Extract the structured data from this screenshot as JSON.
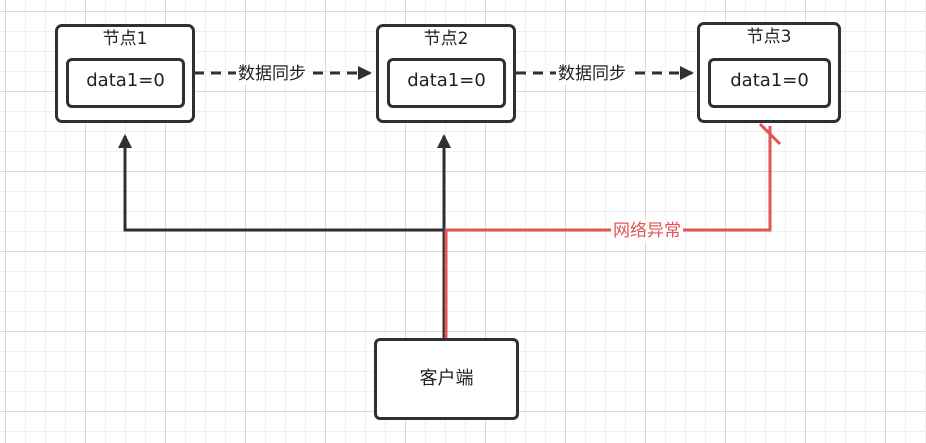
{
  "nodes": [
    {
      "title": "节点1",
      "value": "data1=0"
    },
    {
      "title": "节点2",
      "value": "data1=0"
    },
    {
      "title": "节点3",
      "value": "data1=0"
    }
  ],
  "edges": {
    "sync_label_1": "数据同步",
    "sync_label_2": "数据同步",
    "error_label": "网络异常"
  },
  "client": {
    "label": "客户端"
  },
  "colors": {
    "stroke": "#2e3133",
    "error": "#e25555",
    "grid": "#d9d9d9"
  }
}
